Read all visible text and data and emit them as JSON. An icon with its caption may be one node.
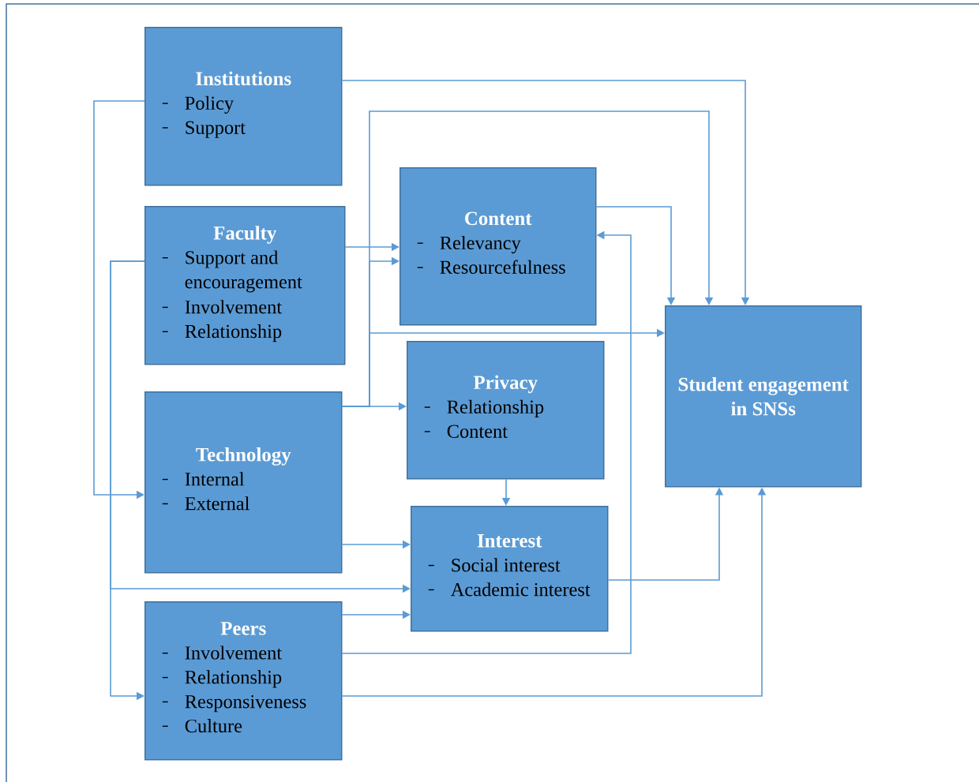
{
  "diagram": {
    "nodes": [
      {
        "text": [
          "Institutions",
          "Policy",
          "Support"
        ]
      },
      {
        "text": [
          "Faculty",
          "Support and encouragement",
          "Involvement",
          "Relationship"
        ]
      },
      {
        "text": [
          "Content",
          "Relevancy",
          "Resourcefulness"
        ]
      },
      {
        "text": [
          "Privacy",
          "Relationship",
          "Content"
        ]
      },
      {
        "text": [
          "Technology",
          "Internal",
          "External"
        ]
      },
      {
        "text": [
          "Interest",
          "Social interest",
          "Academic interest"
        ]
      },
      {
        "text": [
          "Peers",
          "Involvement",
          "Relationship",
          "Responsiveness",
          "Culture"
        ]
      },
      {
        "text": [
          "Student engagement in SNSs"
        ]
      }
    ],
    "edges": [
      {
        "from": 0,
        "to": 7,
        "arrow": "to"
      },
      {
        "from": 0,
        "to": 4,
        "arrow": "to"
      },
      {
        "from": 1,
        "to": 2,
        "arrow": "to"
      },
      {
        "from": 1,
        "to": 6,
        "arrow": "to"
      },
      {
        "from": 1,
        "to": 5,
        "arrow": "to"
      },
      {
        "from": 4,
        "to": 3,
        "arrow": "to"
      },
      {
        "from": 4,
        "to": 7,
        "arrow": "to"
      },
      {
        "from": 4,
        "to": 2,
        "arrow": "to"
      },
      {
        "from": 4,
        "to": 7,
        "arrow": "to"
      },
      {
        "from": 4,
        "to": 5,
        "arrow": "to"
      },
      {
        "from": 3,
        "to": 5,
        "arrow": "to"
      },
      {
        "from": 6,
        "to": 5,
        "arrow": "to"
      },
      {
        "from": 6,
        "to": 2,
        "arrow": "to"
      },
      {
        "from": 6,
        "to": 7,
        "arrow": "to"
      },
      {
        "from": 2,
        "to": 7,
        "arrow": "to"
      },
      {
        "from": 5,
        "to": 7,
        "arrow": "to"
      }
    ]
  }
}
